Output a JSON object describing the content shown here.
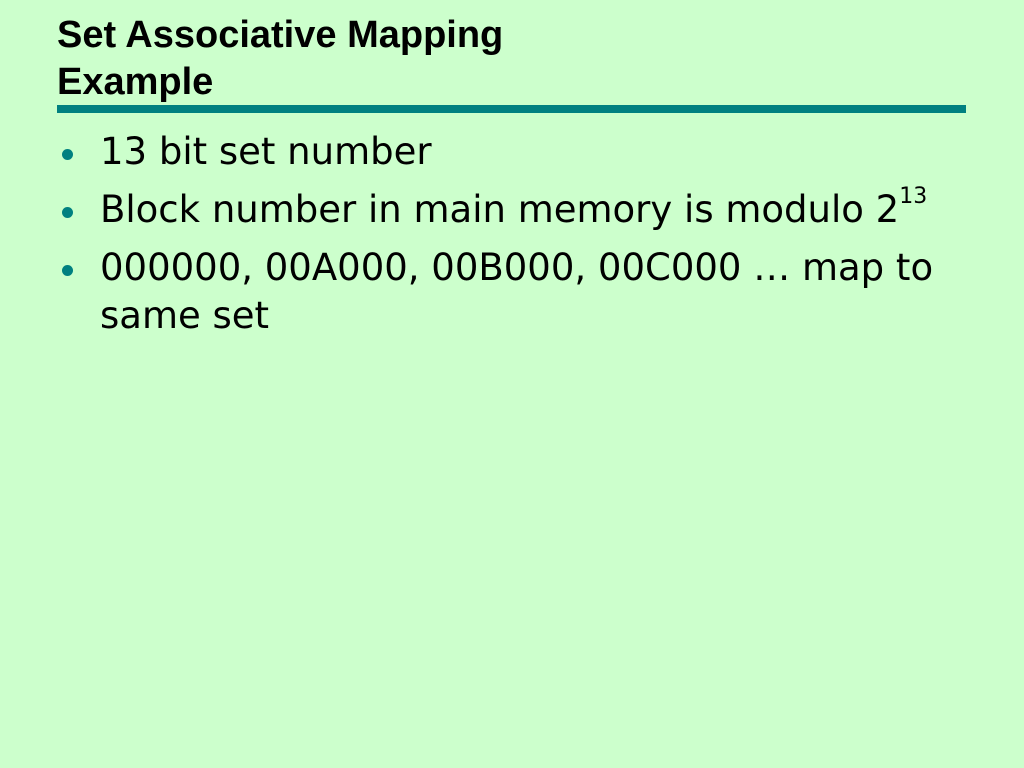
{
  "slide": {
    "title_line1": "Set Associative Mapping",
    "title_line2": "Example",
    "accent_color": "#008080",
    "background_color": "#ccffcc",
    "bullets": [
      {
        "text": "13 bit set number"
      },
      {
        "text": "Block number in main memory is modulo 2",
        "superscript": "13"
      },
      {
        "text": "000000, 00A000, 00B000, 00C000 … map to same set"
      }
    ]
  }
}
